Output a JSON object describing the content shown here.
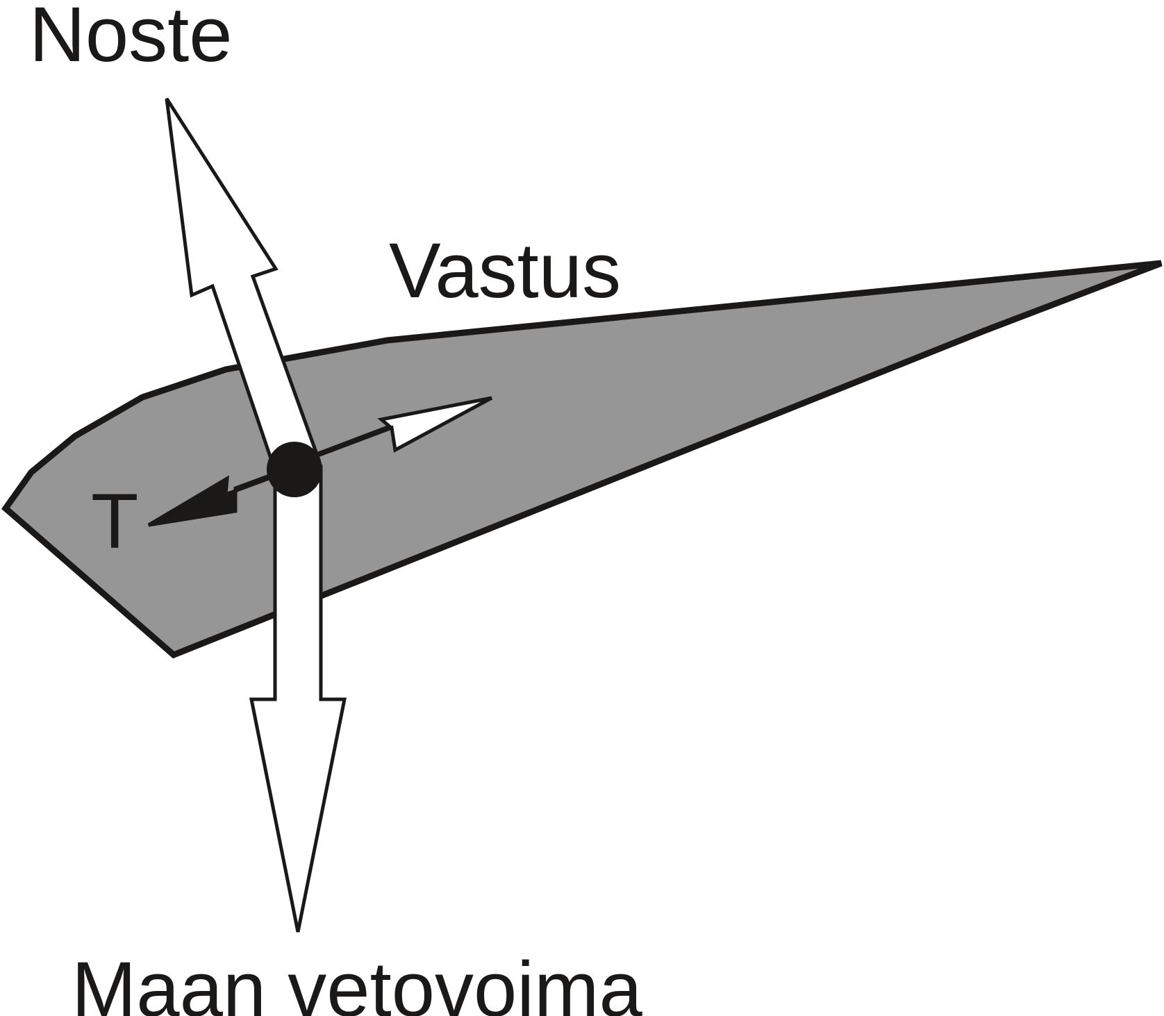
{
  "diagram": {
    "labels": {
      "lift": "Noste",
      "drag": "Vastus",
      "gravity": "Maan vetovoima",
      "thrust": "T"
    },
    "colors": {
      "stroke": "#1b1918",
      "wing_fill": "#969696",
      "arrow_fill": "#ffffff",
      "background": "#ffffff"
    }
  }
}
